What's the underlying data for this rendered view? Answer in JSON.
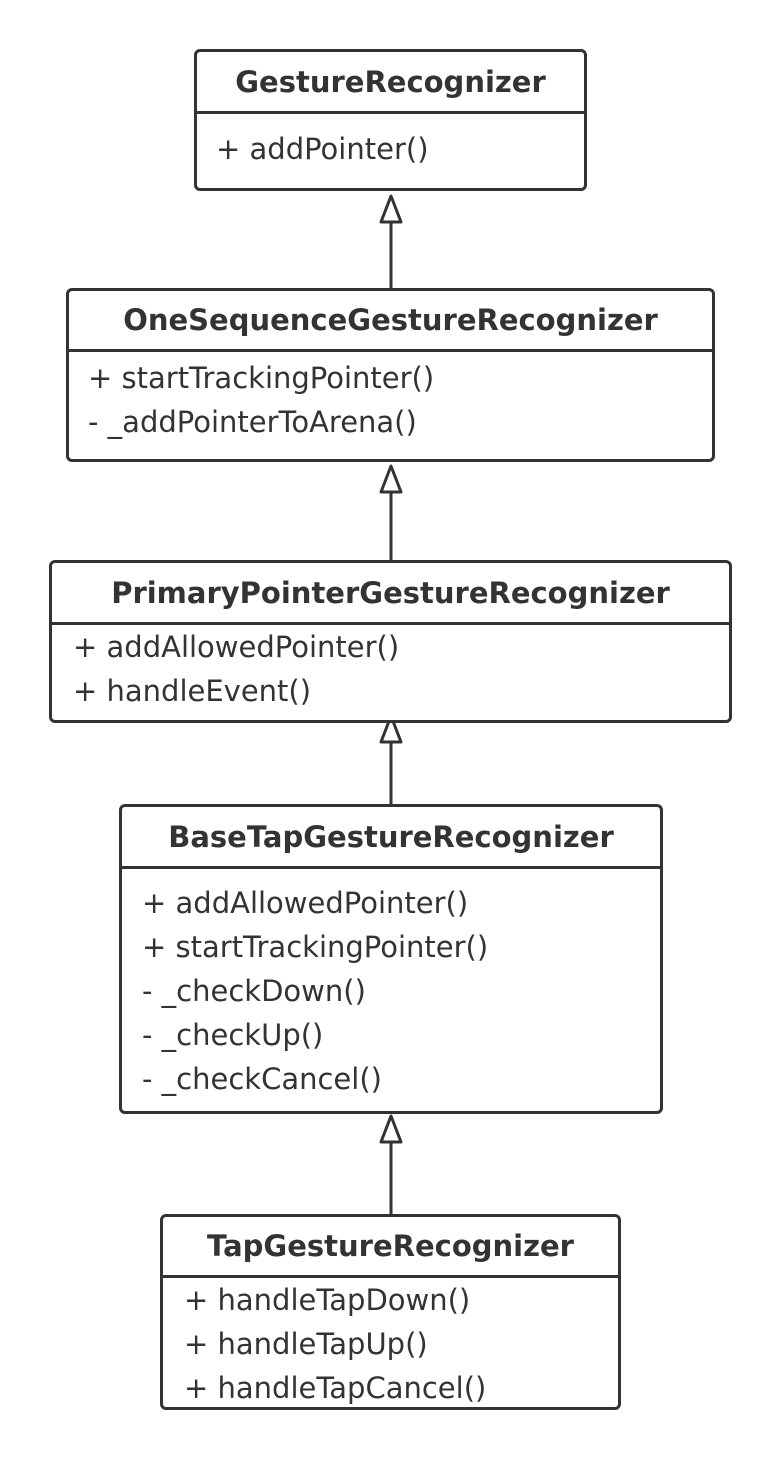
{
  "classes": [
    {
      "name": "GestureRecognizer",
      "members": [
        "+ addPointer()"
      ]
    },
    {
      "name": "OneSequenceGestureRecognizer",
      "members": [
        "+ startTrackingPointer()",
        "- _addPointerToArena()"
      ]
    },
    {
      "name": "PrimaryPointerGestureRecognizer",
      "members": [
        "+ addAllowedPointer()",
        "+ handleEvent()"
      ]
    },
    {
      "name": "BaseTapGestureRecognizer",
      "members": [
        "+ addAllowedPointer()",
        "+ startTrackingPointer()",
        "- _checkDown()",
        "- _checkUp()",
        "- _checkCancel()"
      ]
    },
    {
      "name": "TapGestureRecognizer",
      "members": [
        "+ handleTapDown()",
        "+ handleTapUp()",
        "+ handleTapCancel()"
      ]
    }
  ],
  "relations": [
    {
      "type": "inheritance",
      "from": "OneSequenceGestureRecognizer",
      "to": "GestureRecognizer"
    },
    {
      "type": "inheritance",
      "from": "PrimaryPointerGestureRecognizer",
      "to": "OneSequenceGestureRecognizer"
    },
    {
      "type": "inheritance",
      "from": "BaseTapGestureRecognizer",
      "to": "PrimaryPointerGestureRecognizer"
    },
    {
      "type": "inheritance",
      "from": "TapGestureRecognizer",
      "to": "BaseTapGestureRecognizer"
    }
  ],
  "colors": {
    "stroke": "#333333",
    "background": "#ffffff"
  }
}
